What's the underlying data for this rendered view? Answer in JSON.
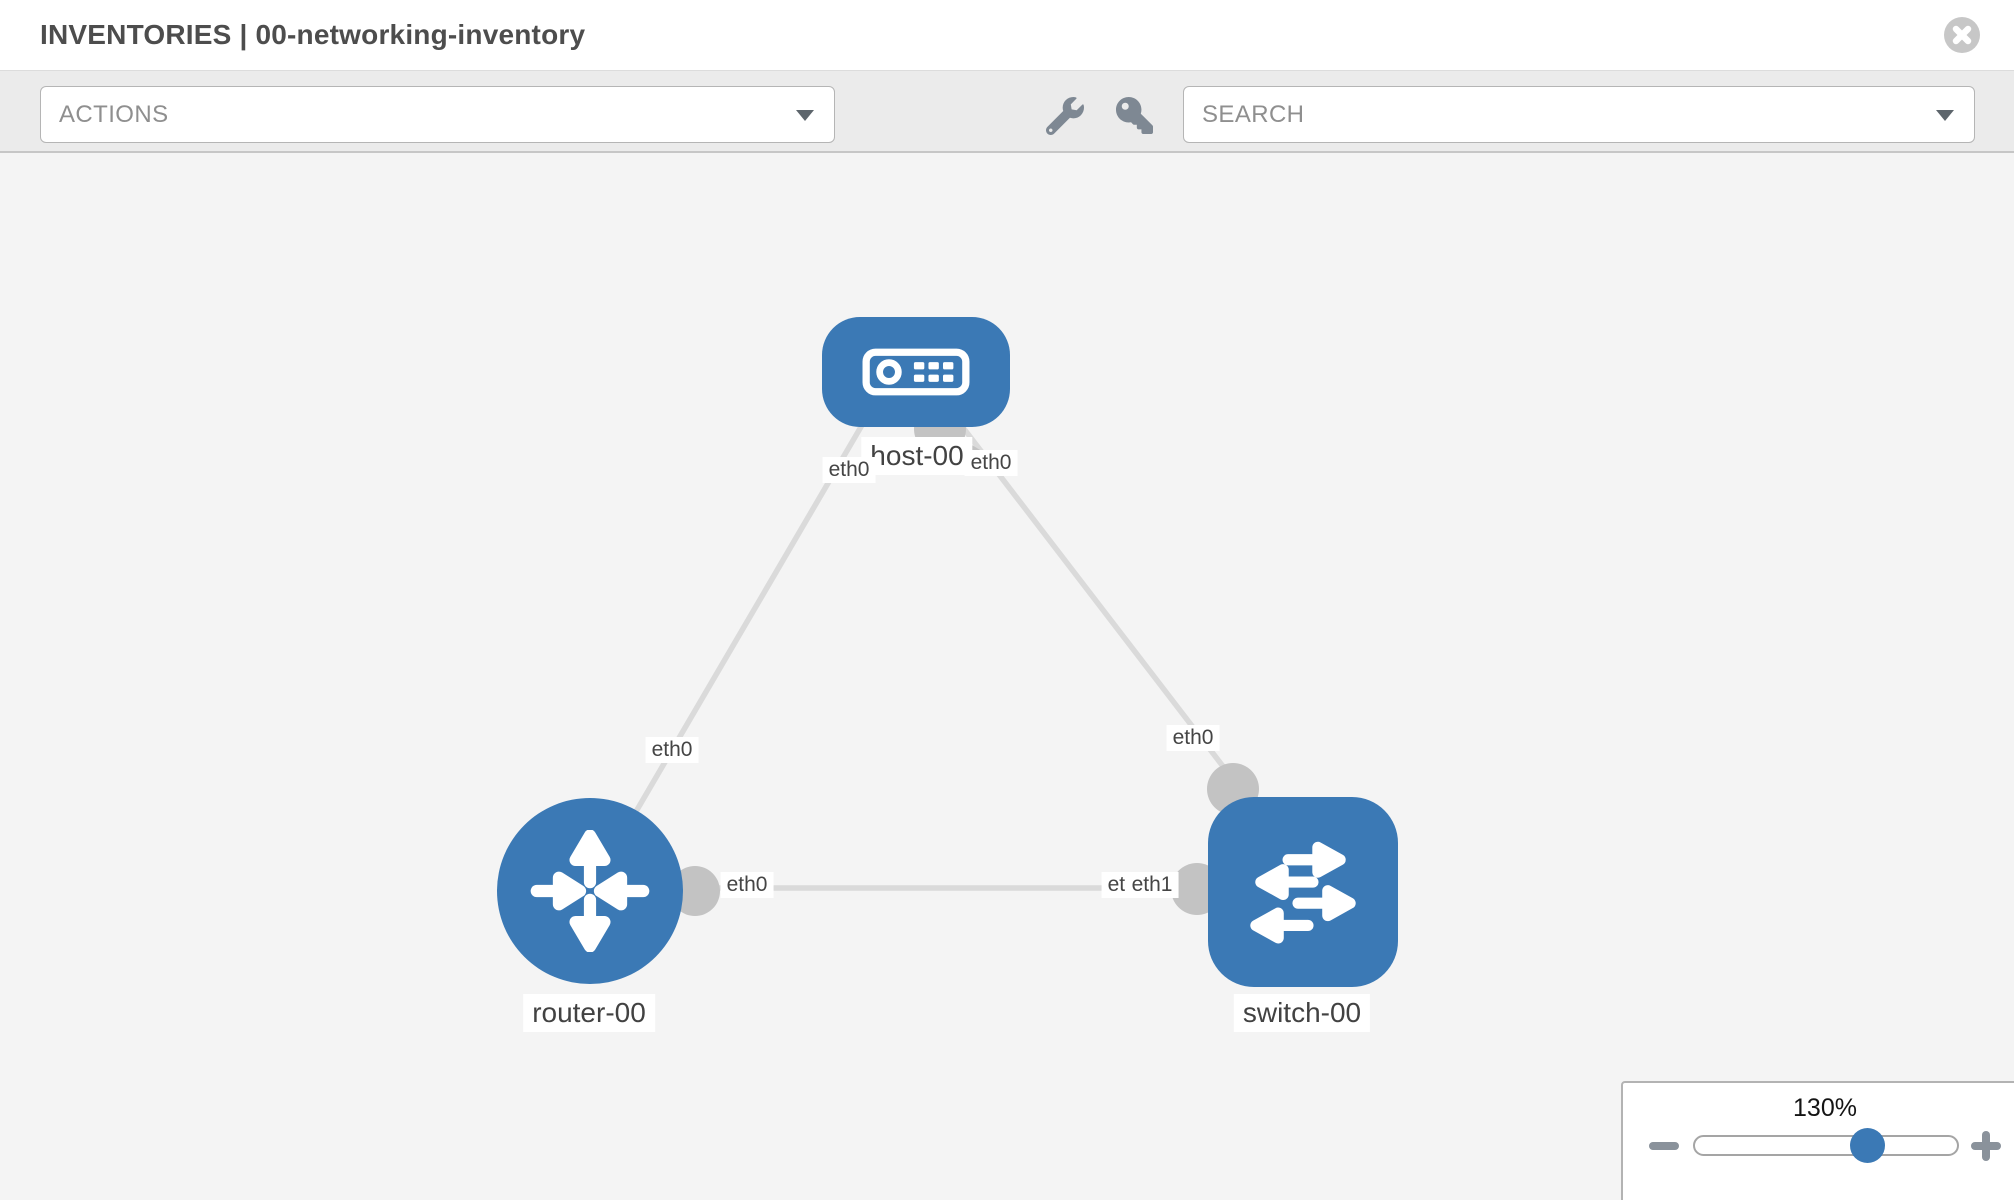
{
  "header": {
    "title": "INVENTORIES | 00-networking-inventory"
  },
  "toolbar": {
    "actions_label": "ACTIONS",
    "search_label": "SEARCH"
  },
  "topology": {
    "nodes": [
      {
        "id": "host-00",
        "type": "host",
        "label": "host-00"
      },
      {
        "id": "router-00",
        "type": "router",
        "label": "router-00"
      },
      {
        "id": "switch-00",
        "type": "switch",
        "label": "switch-00"
      }
    ],
    "links": [
      {
        "from": "host-00",
        "from_interface": "eth0",
        "to": "router-00",
        "to_interface": "eth0"
      },
      {
        "from": "host-00",
        "from_interface": "eth0",
        "to": "switch-00",
        "to_interface": "eth0"
      },
      {
        "from": "router-00",
        "from_interface": "eth0",
        "to": "switch-00",
        "to_interface": "eth1"
      }
    ],
    "interface_chips": [
      "eth0",
      "eth0",
      "eth0",
      "eth0",
      "eth0",
      "eth0",
      "eth1"
    ]
  },
  "zoom_control": {
    "level": "130%"
  },
  "colors": {
    "node_blue": "#3b79b5",
    "link_gray": "#dadada",
    "connector_gray": "#c3c3c3",
    "toolbar_icon_gray": "#7e8893",
    "canvas_bg": "#f4f4f4"
  }
}
